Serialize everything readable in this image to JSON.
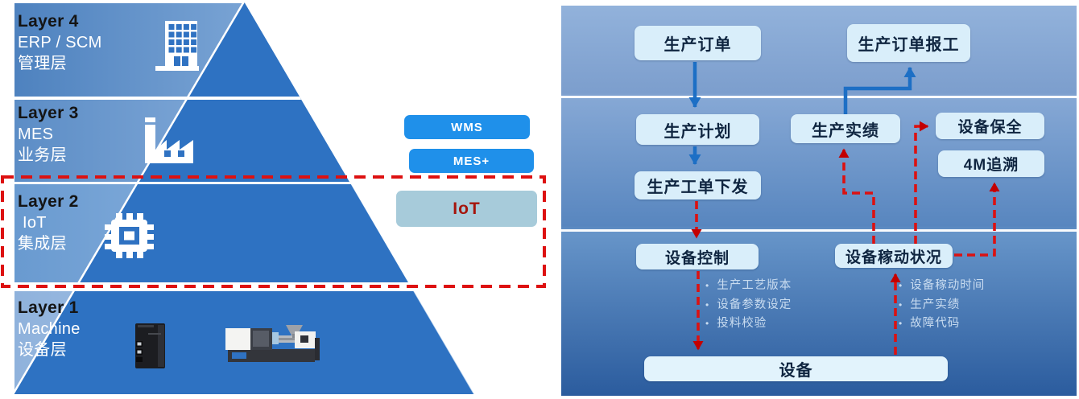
{
  "left_panel": {
    "layers": [
      {
        "title": "Layer 4",
        "line2": "ERP / SCM",
        "line3": "管理层",
        "icon": "building-icon"
      },
      {
        "title": "Layer 3",
        "line2": "MES",
        "line3": "业务层",
        "icon": "factory-icon"
      },
      {
        "title": "Layer 2",
        "line2": "IoT",
        "line3": "集成层",
        "icon": "chip-icon"
      },
      {
        "title": "Layer 1",
        "line2": "Machine",
        "line3": "设备层",
        "icon": "machine-images"
      }
    ],
    "solution_tags": [
      {
        "label": "WMS"
      },
      {
        "label": "MES+"
      },
      {
        "label": "IoT"
      }
    ]
  },
  "right_panel": {
    "boxes": {
      "production_order": "生产订单",
      "production_order_report": "生产订单报工",
      "production_plan": "生产计划",
      "production_result": "生产实绩",
      "equipment_maintenance": "设备保全",
      "traceability_4m": "4M追溯",
      "work_order_release": "生产工单下发",
      "device_control": "设备控制",
      "device_status": "设备稼动状况",
      "device": "设备"
    },
    "device_control_bullets": [
      "生产工艺版本",
      "设备参数设定",
      "投料校验"
    ],
    "device_status_bullets": [
      "设备稼动时间",
      "生产实绩",
      "故障代码"
    ]
  },
  "colors": {
    "pyramid_solid": "#2E72C2",
    "tag_blue": "#1F90EA",
    "tag_iot_bg": "#A7CBDA",
    "tag_iot_text": "#A5150C",
    "flow_box_bg": "#D9EEFA",
    "flow_arrow_blue": "#1D6FC5",
    "flow_arrow_red": "#DC1111",
    "highlight_dashed_red": "#DD1111",
    "panel_top": "#92B2DB",
    "panel_bottom": "#2B5C9E"
  }
}
